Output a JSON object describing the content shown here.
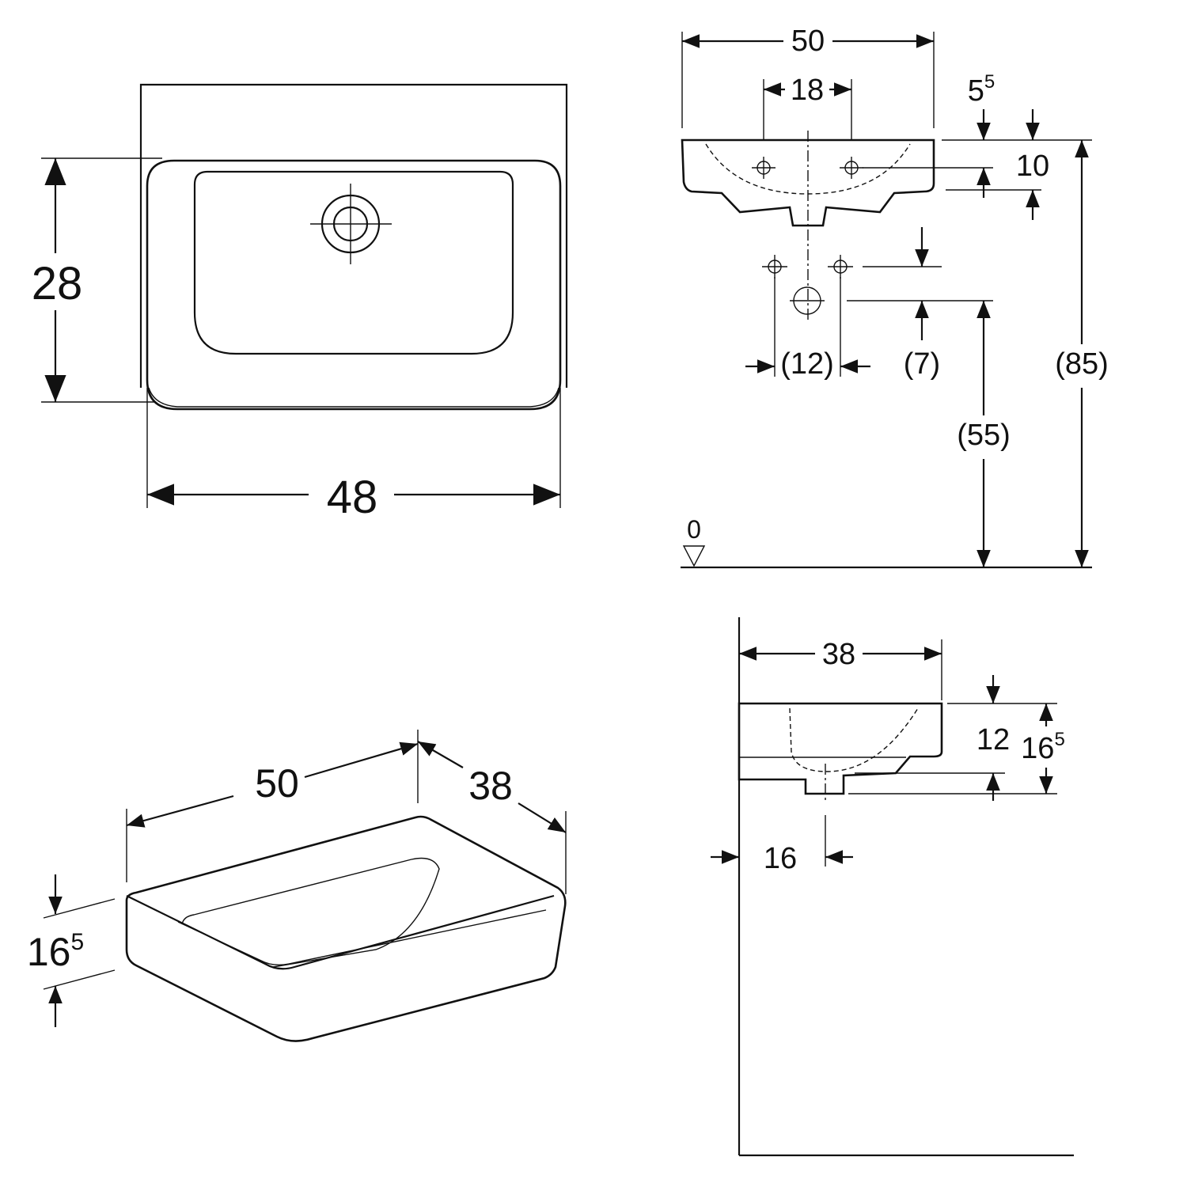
{
  "colors": {
    "line": "#111111",
    "background": "#ffffff"
  },
  "top_view": {
    "depth": "28",
    "width": "48"
  },
  "front_view": {
    "width": "50",
    "tap_spacing": "18",
    "rim_offset": {
      "base": "5",
      "sup": "5"
    },
    "rim_height": "10",
    "outlet_spacing": "(12)",
    "outlet_offset": "(7)",
    "outlet_height": "(55)",
    "rim_floor_height": "(85)",
    "floor_label": "0"
  },
  "side_view": {
    "projection": "38",
    "bowl_depth": "12",
    "total_height": {
      "base": "16",
      "sup": "5"
    },
    "waste_offset": "16"
  },
  "iso_view": {
    "width": "50",
    "depth": "38",
    "height": {
      "base": "16",
      "sup": "5"
    }
  }
}
